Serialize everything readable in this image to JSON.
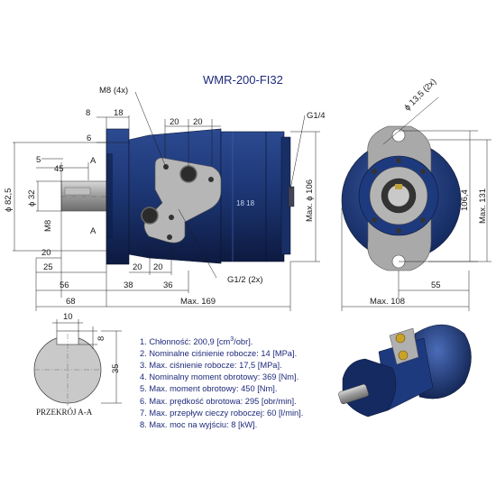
{
  "title": "WMR-200-FI32",
  "side_view": {
    "callouts": {
      "bolts": "M8 (4x)",
      "port_top": "G1/4",
      "ports_bottom": "G1/2 (2x)",
      "thread": "M8"
    },
    "dims": {
      "d8": "8",
      "d18": "18",
      "d6": "6",
      "d20a": "20",
      "d20b": "20",
      "d5": "5",
      "d45": "45",
      "section_mark_top": "A",
      "section_mark_bottom": "A",
      "phi825": "ϕ 82,5",
      "phi32": "ϕ 32",
      "d20c": "20",
      "d25": "25",
      "d20d": "20",
      "d20e": "20",
      "max_phi106": "Max. ϕ 106",
      "d56": "56",
      "d38": "38",
      "d36": "36",
      "d68": "68",
      "max169": "Max. 169",
      "stamp": "18  18"
    }
  },
  "front_view": {
    "dims": {
      "phi135": "ϕ 13,5 (2x)",
      "d1064": "106,4",
      "max131": "Max. 131",
      "d55": "55",
      "max108": "Max. 108"
    }
  },
  "section": {
    "label": "PRZEKRÓJ A-A",
    "d10": "10",
    "d8": "8",
    "d35": "35"
  },
  "specs": [
    {
      "pre": "1. Chłonność: 200,9 [cm",
      "sup": "3",
      "post": "/obr]."
    },
    {
      "pre": "2. Nominalne ciśnienie robocze: 14 [MPa].",
      "sup": "",
      "post": ""
    },
    {
      "pre": "3. Max. ciśnienie robocze: 17,5 [MPa].",
      "sup": "",
      "post": ""
    },
    {
      "pre": "4. Nominalny moment obrotowy: 369 [Nm].",
      "sup": "",
      "post": ""
    },
    {
      "pre": "5. Max. moment obrotowy: 450 [Nm].",
      "sup": "",
      "post": ""
    },
    {
      "pre": "6. Max. prędkość obrotowa: 295 [obr/min].",
      "sup": "",
      "post": ""
    },
    {
      "pre": "7. Max. przepływ cieczy roboczej: 60 [l/min].",
      "sup": "",
      "post": ""
    },
    {
      "pre": "8. Max. moc na wyjściu: 8 [kW].",
      "sup": "",
      "post": ""
    }
  ],
  "colors": {
    "motor_body": "#1d3775",
    "motor_dark": "#0e1c44",
    "motor_light": "#3d5ea8",
    "dimension_ink": "#1a1a1a",
    "title_ink": "#1f2a7a",
    "shaft_grey": "#a8a8a8"
  }
}
